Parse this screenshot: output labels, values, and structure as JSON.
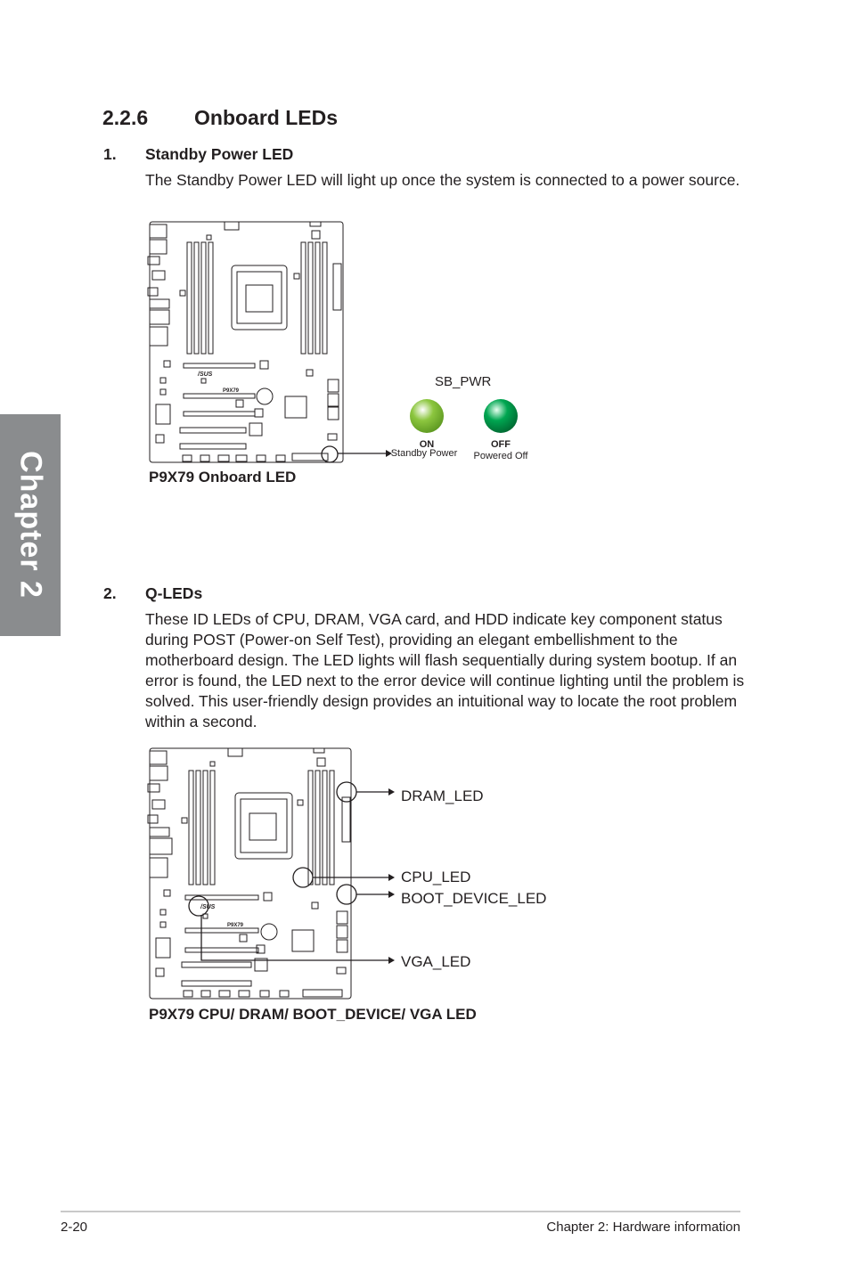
{
  "sidebar": {
    "chapter_label": "Chapter 2"
  },
  "section": {
    "number": "2.2.6",
    "title": "Onboard LEDs"
  },
  "item1": {
    "number": "1.",
    "title": "Standby Power LED",
    "text": "The Standby Power LED will light up once the system is connected to a power source."
  },
  "diagram1": {
    "board_label": "P9X79",
    "brand_label": "/SUS",
    "led_name": "SB_PWR",
    "on_label": "ON",
    "on_desc": "Standby Power",
    "off_label": "OFF",
    "off_desc": "Powered Off",
    "caption": "P9X79 Onboard LED",
    "colors": {
      "on": "#8cc63f",
      "off": "#00a651"
    }
  },
  "item2": {
    "number": "2.",
    "title": "Q-LEDs",
    "lines": [
      "These ID LEDs of CPU, DRAM, VGA card, and HDD indicate key component status",
      "during POST (Power-on Self Test), providing an elegant embellishment to the",
      "motherboard design. The LED lights will flash sequentially during system bootup. If an",
      "error is found, the LED next to the error device will continue lighting until the problem is",
      "solved. This user-friendly design provides an intuitional way to locate the root problem",
      "within a second."
    ]
  },
  "diagram2": {
    "board_label": "P9X79",
    "brand_label": "/SUS",
    "dram": "DRAM_LED",
    "cpu": "CPU_LED",
    "boot": "BOOT_DEVICE_LED",
    "vga": "VGA_LED",
    "caption": "P9X79 CPU/ DRAM/ BOOT_DEVICE/ VGA LED"
  },
  "footer": {
    "page": "2-20",
    "chapter": "Chapter 2: Hardware information"
  }
}
